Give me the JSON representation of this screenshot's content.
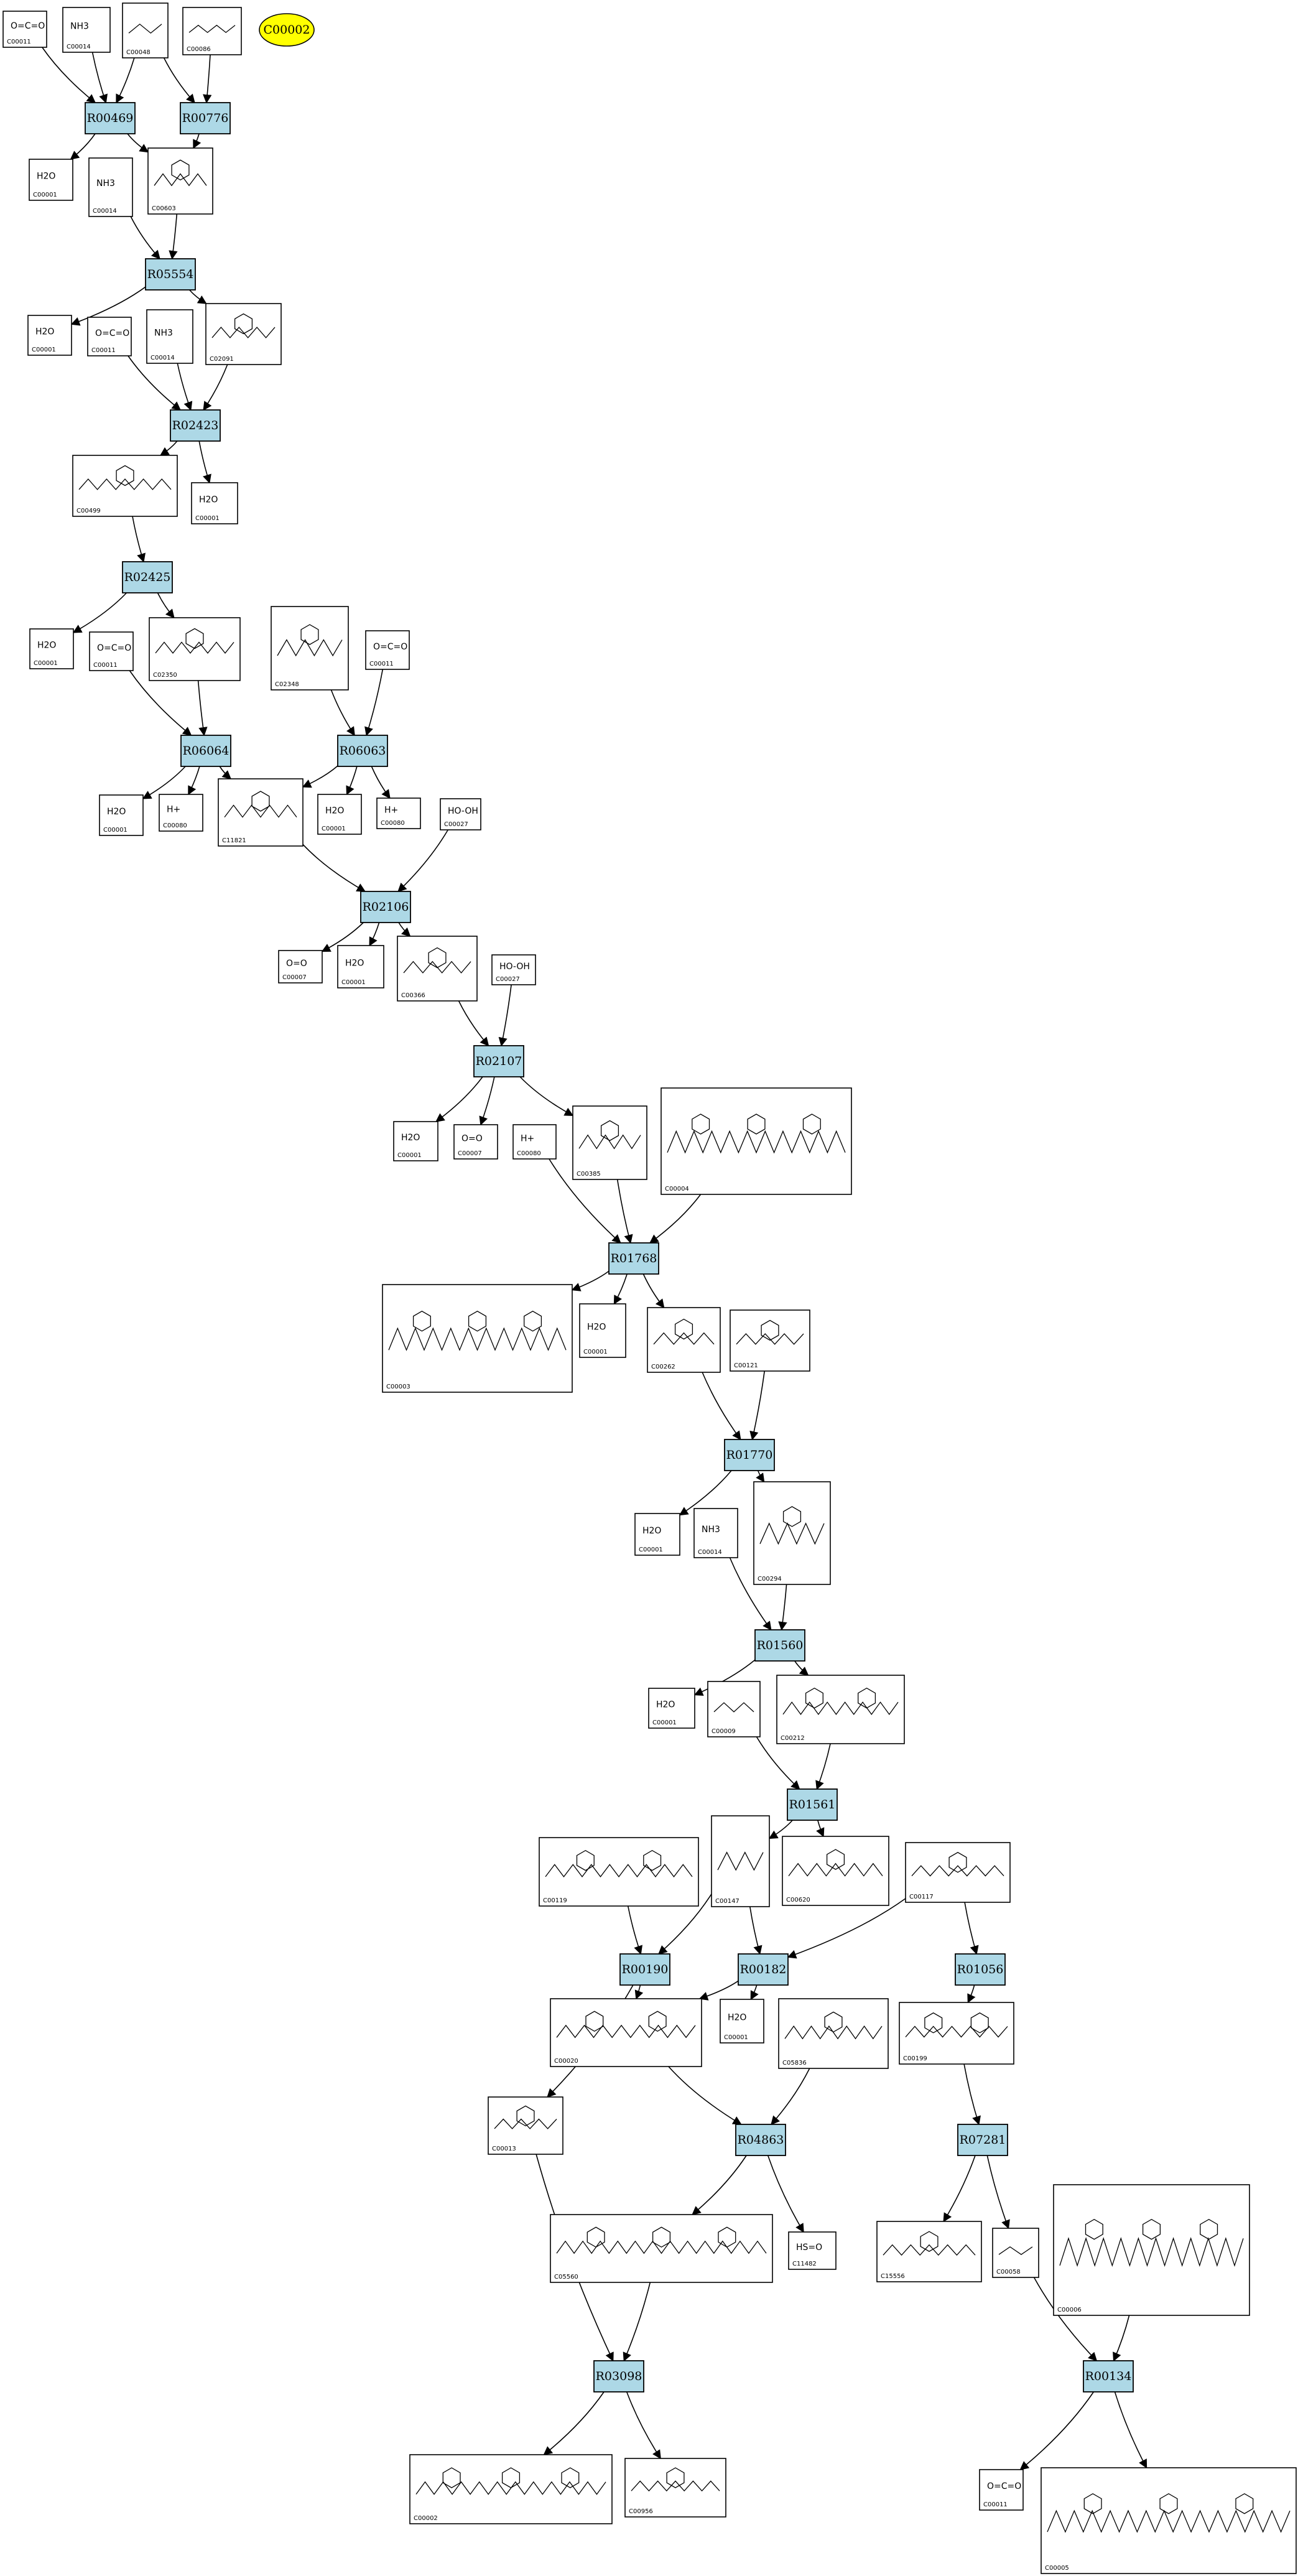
{
  "start_node": {
    "label": "C00002",
    "color": "#ffff00"
  },
  "colors": {
    "reaction": "#add8e6",
    "compound": "#ffffff",
    "edge": "#000000"
  },
  "reactions": [
    {
      "id": "R00469"
    },
    {
      "id": "R00776"
    },
    {
      "id": "R05554"
    },
    {
      "id": "R02423"
    },
    {
      "id": "R02425"
    },
    {
      "id": "R06064"
    },
    {
      "id": "R06063"
    },
    {
      "id": "R02106"
    },
    {
      "id": "R02107"
    },
    {
      "id": "R01768"
    },
    {
      "id": "R01770"
    },
    {
      "id": "R01560"
    },
    {
      "id": "R01561"
    },
    {
      "id": "R00190"
    },
    {
      "id": "R00182"
    },
    {
      "id": "R01056"
    },
    {
      "id": "R04863"
    },
    {
      "id": "R07281"
    },
    {
      "id": "R03098"
    },
    {
      "id": "R00134"
    }
  ],
  "compounds": [
    {
      "label": "C00011",
      "structure": "O=C=O",
      "kind": "formula"
    },
    {
      "label": "C00014",
      "structure": "NH3",
      "kind": "formula"
    },
    {
      "label": "C00048",
      "structure": "glyoxylate",
      "kind": "drawing"
    },
    {
      "label": "C00086",
      "structure": "urea",
      "kind": "drawing"
    },
    {
      "label": "C00001",
      "structure": "H2O",
      "kind": "formula"
    },
    {
      "label": "C00014",
      "structure": "NH3",
      "kind": "formula"
    },
    {
      "label": "C00603",
      "structure": "ureidoglycolate",
      "kind": "drawing"
    },
    {
      "label": "C00001",
      "structure": "H2O",
      "kind": "formula"
    },
    {
      "label": "C00011",
      "structure": "O=C=O",
      "kind": "formula"
    },
    {
      "label": "C00014",
      "structure": "NH3",
      "kind": "formula"
    },
    {
      "label": "C02091",
      "structure": "allantoate",
      "kind": "drawing"
    },
    {
      "label": "C00001",
      "structure": "H2O",
      "kind": "formula"
    },
    {
      "label": "C00499",
      "structure": "allantoin acid",
      "kind": "drawing"
    },
    {
      "label": "C00001",
      "structure": "H2O",
      "kind": "formula"
    },
    {
      "label": "C00011",
      "structure": "O=C=O",
      "kind": "formula"
    },
    {
      "label": "C02350",
      "structure": "allantoin",
      "kind": "drawing"
    },
    {
      "label": "C02348",
      "structure": "ureido-oxo-imidazoline",
      "kind": "drawing"
    },
    {
      "label": "C00011",
      "structure": "O=C=O",
      "kind": "formula"
    },
    {
      "label": "C00001",
      "structure": "H2O",
      "kind": "formula"
    },
    {
      "label": "C00080",
      "structure": "H+",
      "kind": "formula"
    },
    {
      "label": "C11821",
      "structure": "hydroxyisourate",
      "kind": "drawing"
    },
    {
      "label": "C00001",
      "structure": "H2O",
      "kind": "formula"
    },
    {
      "label": "C00080",
      "structure": "H+",
      "kind": "formula"
    },
    {
      "label": "C00027",
      "structure": "HO-OH",
      "kind": "formula"
    },
    {
      "label": "C00007",
      "structure": "O=O",
      "kind": "formula"
    },
    {
      "label": "C00001",
      "structure": "H2O",
      "kind": "formula"
    },
    {
      "label": "C00366",
      "structure": "urate",
      "kind": "drawing"
    },
    {
      "label": "C00027",
      "structure": "HO-OH",
      "kind": "formula"
    },
    {
      "label": "C00001",
      "structure": "H2O",
      "kind": "formula"
    },
    {
      "label": "C00007",
      "structure": "O=O",
      "kind": "formula"
    },
    {
      "label": "C00080",
      "structure": "H+",
      "kind": "formula"
    },
    {
      "label": "C00385",
      "structure": "xanthine",
      "kind": "drawing"
    },
    {
      "label": "C00004",
      "structure": "NADH",
      "kind": "drawing"
    },
    {
      "label": "C00003",
      "structure": "NAD+",
      "kind": "drawing"
    },
    {
      "label": "C00001",
      "structure": "H2O",
      "kind": "formula"
    },
    {
      "label": "C00262",
      "structure": "hypoxanthine",
      "kind": "drawing"
    },
    {
      "label": "C00121",
      "structure": "D-ribose",
      "kind": "drawing"
    },
    {
      "label": "C00001",
      "structure": "H2O",
      "kind": "formula"
    },
    {
      "label": "C00014",
      "structure": "NH3",
      "kind": "formula"
    },
    {
      "label": "C00294",
      "structure": "inosine",
      "kind": "drawing"
    },
    {
      "label": "C00001",
      "structure": "H2O",
      "kind": "formula"
    },
    {
      "label": "C00009",
      "structure": "phosphate",
      "kind": "drawing"
    },
    {
      "label": "C00212",
      "structure": "adenosine",
      "kind": "drawing"
    },
    {
      "label": "C00119",
      "structure": "PRPP",
      "kind": "drawing"
    },
    {
      "label": "C00147",
      "structure": "adenine",
      "kind": "drawing"
    },
    {
      "label": "C00620",
      "structure": "ribose-1-phosphate",
      "kind": "drawing"
    },
    {
      "label": "C00117",
      "structure": "ribose-5-phosphate",
      "kind": "drawing"
    },
    {
      "label": "C00020",
      "structure": "AMP",
      "kind": "drawing"
    },
    {
      "label": "C00001",
      "structure": "H2O",
      "kind": "formula"
    },
    {
      "label": "C05836",
      "structure": "aminoacid aldehyde",
      "kind": "drawing"
    },
    {
      "label": "C00199",
      "structure": "ribulose-5-phosphate",
      "kind": "drawing"
    },
    {
      "label": "C00013",
      "structure": "pyrophosphate",
      "kind": "drawing"
    },
    {
      "label": "C05560",
      "structure": "adenylate intermediate",
      "kind": "drawing"
    },
    {
      "label": "C11482",
      "structure": "HS=O",
      "kind": "formula"
    },
    {
      "label": "C15556",
      "structure": "phosphate ester",
      "kind": "drawing"
    },
    {
      "label": "C00058",
      "structure": "formate",
      "kind": "drawing"
    },
    {
      "label": "C00006",
      "structure": "NADP+",
      "kind": "drawing"
    },
    {
      "label": "C00002",
      "structure": "ATP",
      "kind": "drawing"
    },
    {
      "label": "C00956",
      "structure": "aminoadipate",
      "kind": "drawing"
    },
    {
      "label": "C00011",
      "structure": "O=C=O",
      "kind": "formula"
    },
    {
      "label": "C00005",
      "structure": "NADPH",
      "kind": "drawing"
    }
  ]
}
